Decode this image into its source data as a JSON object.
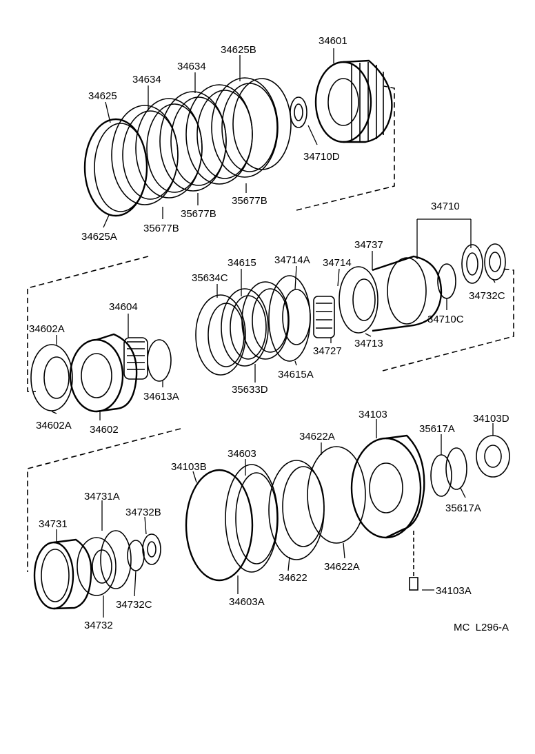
{
  "labels": {
    "p34625B": "34625B",
    "p34601": "34601",
    "p34634a": "34634",
    "p34634b": "34634",
    "p34625": "34625",
    "p34710D": "34710D",
    "p35677B_a": "35677B",
    "p35677B_b": "35677B",
    "p35677B_c": "35677B",
    "p34625A": "34625A",
    "p34710": "34710",
    "p34737": "34737",
    "p34615": "34615",
    "p34714A": "34714A",
    "p34714": "34714",
    "p35634C": "35634C",
    "p34732C_top": "34732C",
    "p34710C": "34710C",
    "p34604": "34604",
    "p34602A_a": "34602A",
    "p34713": "34713",
    "p34727": "34727",
    "p34615A": "34615A",
    "p34613A": "34613A",
    "p35633D": "35633D",
    "p34602A_b": "34602A",
    "p34602": "34602",
    "p34103": "34103",
    "p34103D": "34103D",
    "p35617A_a": "35617A",
    "p34622A_a": "34622A",
    "p34603": "34603",
    "p34103B": "34103B",
    "p34731A": "34731A",
    "p34732B": "34732B",
    "p34731": "34731",
    "p35617A_b": "35617A",
    "p34622": "34622",
    "p34622A_b": "34622A",
    "p34732C_bot": "34732C",
    "p34603A": "34603A",
    "p34103A": "34103A",
    "p34732": "34732"
  },
  "figure_code": "MC  L296-A"
}
